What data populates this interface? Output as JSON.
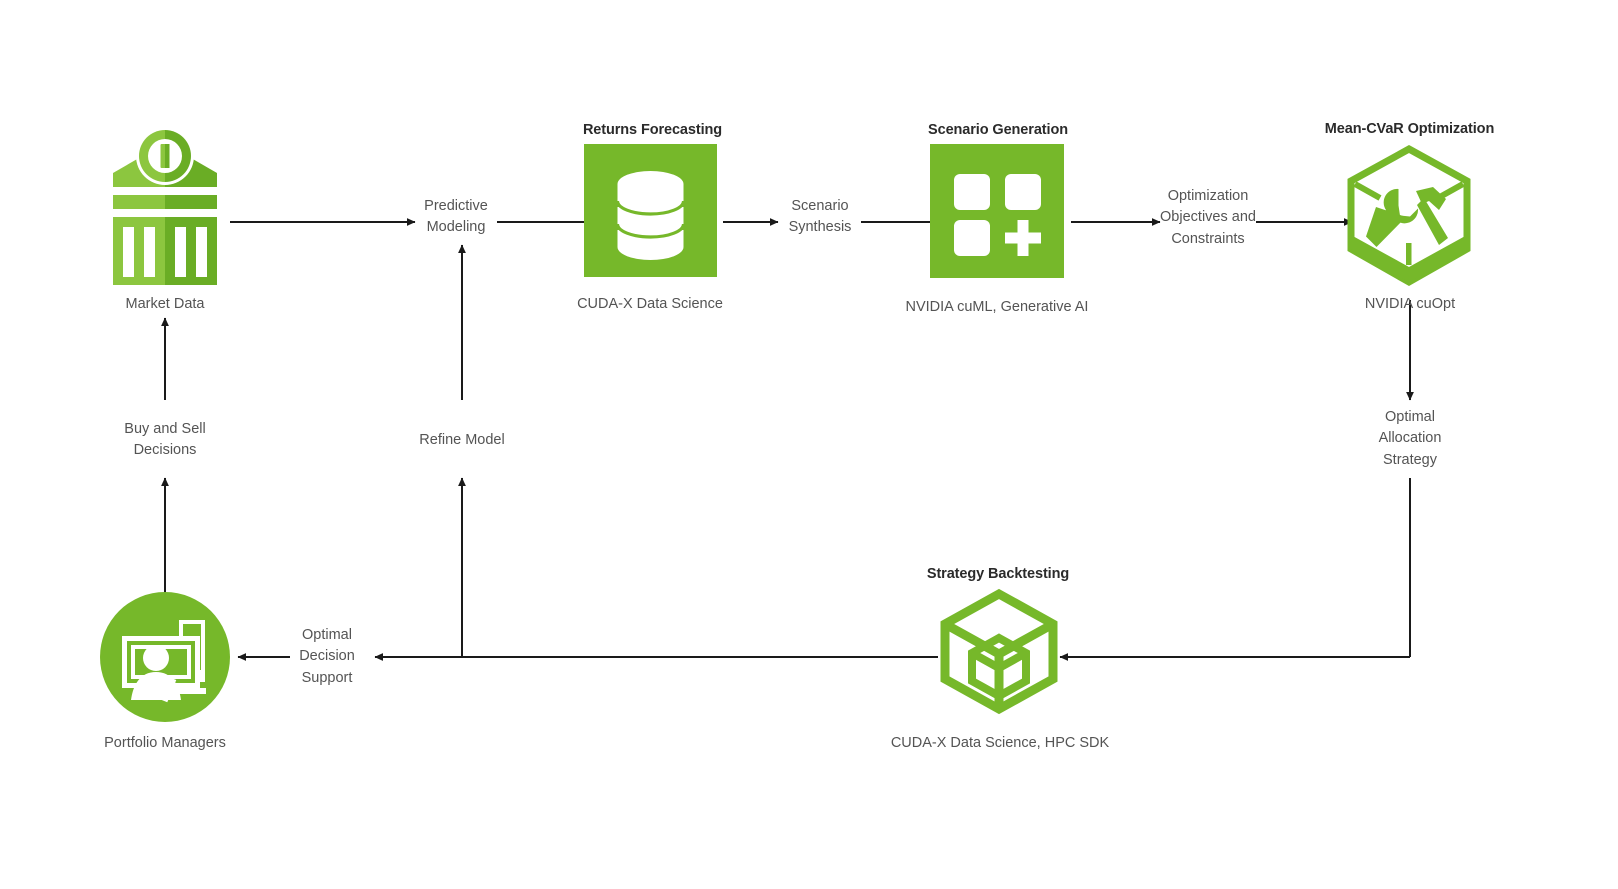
{
  "diagram": {
    "title": "Portfolio Optimization Workflow",
    "colors": {
      "green": "#76b82a",
      "green_light": "#8cc63f",
      "green_dark": "#6aad25",
      "line": "#1a1a1a",
      "title_text": "#2b2b2b",
      "label_text": "#545454",
      "background": "#ffffff"
    }
  },
  "nodes": [
    {
      "id": "market-data",
      "icon": "bank-icon",
      "title": "",
      "caption": "Market Data"
    },
    {
      "id": "returns-forecasting",
      "icon": "database-icon",
      "title": "Returns Forecasting",
      "caption": "CUDA-X Data Science"
    },
    {
      "id": "scenario-generation",
      "icon": "grid-plus-icon",
      "title": "Scenario Generation",
      "caption": "NVIDIA cuML, Generative AI"
    },
    {
      "id": "mean-cvar-optimization",
      "icon": "hexagon-tools-icon",
      "title": "Mean-CVaR Optimization",
      "caption": "NVIDIA cuOpt"
    },
    {
      "id": "strategy-backtesting",
      "icon": "cube-icon",
      "title": "Strategy Backtesting",
      "caption": "CUDA-X Data Science, HPC SDK"
    },
    {
      "id": "portfolio-managers",
      "icon": "monitor-person-icon",
      "title": "",
      "caption": "Portfolio Managers"
    }
  ],
  "edge_labels": [
    {
      "id": "predictive-modeling",
      "lines": [
        "Predictive",
        "Modeling"
      ]
    },
    {
      "id": "scenario-synthesis",
      "lines": [
        "Scenario",
        "Synthesis"
      ]
    },
    {
      "id": "optimization-objectives",
      "lines": [
        "Optimization",
        "Objectives  and",
        "Constraints"
      ]
    },
    {
      "id": "optimal-allocation-strategy",
      "lines": [
        "Optimal",
        "Allocation",
        "Strategy"
      ]
    },
    {
      "id": "optimal-decision-support",
      "lines": [
        "Optimal",
        "Decision",
        "Support"
      ]
    },
    {
      "id": "buy-and-sell-decisions",
      "lines": [
        "Buy and Sell",
        "Decisions"
      ]
    },
    {
      "id": "refine-model",
      "lines": [
        "Refine Model"
      ]
    }
  ],
  "labels": {
    "market_data": "Market Data",
    "returns_forecasting_title": "Returns Forecasting",
    "returns_forecasting_caption": "CUDA-X Data Science",
    "scenario_generation_title": "Scenario Generation",
    "scenario_generation_caption": "NVIDIA cuML, Generative AI",
    "mean_cvar_title": "Mean-CVaR Optimization",
    "mean_cvar_caption": "NVIDIA cuOpt",
    "strategy_backtesting_title": "Strategy Backtesting",
    "strategy_backtesting_caption": "CUDA-X Data Science, HPC SDK",
    "portfolio_managers": "Portfolio Managers",
    "predictive_modeling_l1": "Predictive",
    "predictive_modeling_l2": "Modeling",
    "scenario_synthesis_l1": "Scenario",
    "scenario_synthesis_l2": "Synthesis",
    "optimization_l1": "Optimization",
    "optimization_l2": "Objectives  and",
    "optimization_l3": "Constraints",
    "allocation_l1": "Optimal",
    "allocation_l2": "Allocation",
    "allocation_l3": "Strategy",
    "decision_support_l1": "Optimal",
    "decision_support_l2": "Decision",
    "decision_support_l3": "Support",
    "buy_sell_l1": "Buy and Sell",
    "buy_sell_l2": "Decisions",
    "refine_model": "Refine Model"
  }
}
